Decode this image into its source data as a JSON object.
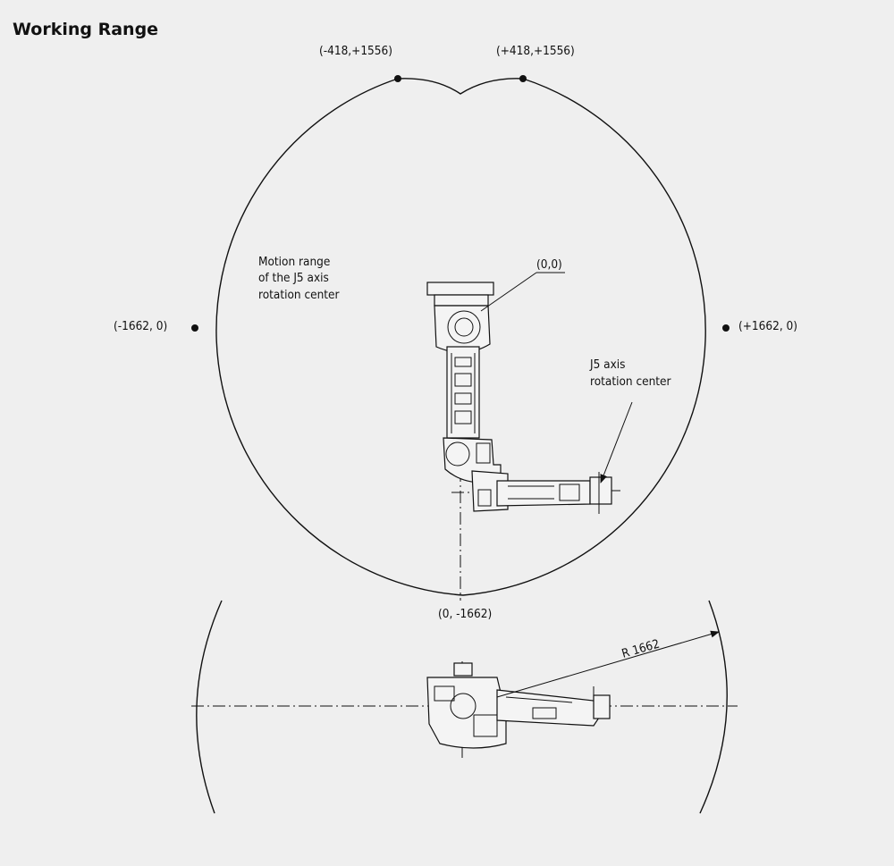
{
  "title": "Working Range",
  "side_view": {
    "labels": {
      "top_left": "(-418,+1556)",
      "top_right": "(+418,+1556)",
      "left": "(-1662, 0)",
      "right": "(+1662, 0)",
      "bottom": "(0, -1662)",
      "origin": "(0,0)",
      "motion_range_line1": "Motion range",
      "motion_range_line2": "of the J5 axis",
      "motion_range_line3": "rotation center",
      "j5_line1": "J5 axis",
      "j5_line2": "rotation center"
    }
  },
  "top_view": {
    "radius_label": "R 1662"
  }
}
